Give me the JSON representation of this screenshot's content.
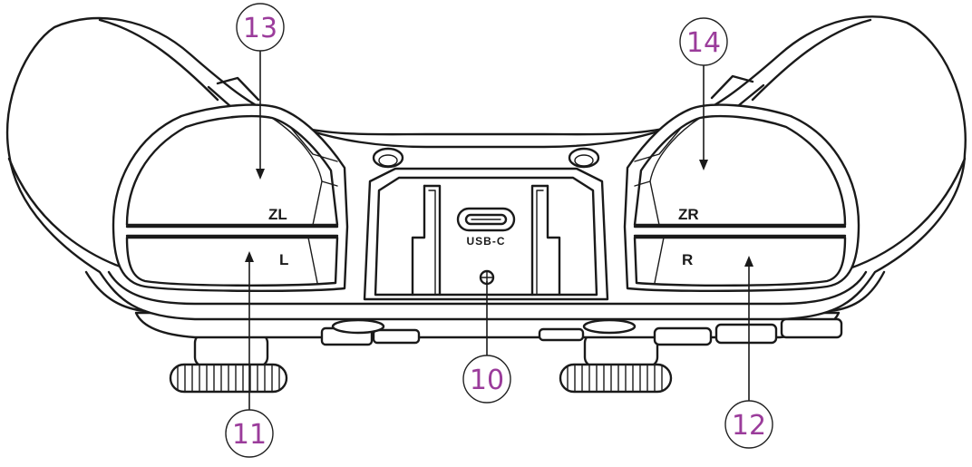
{
  "buttons": {
    "zl": "ZL",
    "l": "L",
    "zr": "ZR",
    "r": "R"
  },
  "port": {
    "label": "USB-C"
  },
  "callouts": [
    {
      "id": "13",
      "refers_to": "ZL"
    },
    {
      "id": "14",
      "refers_to": "ZR"
    },
    {
      "id": "10",
      "refers_to": "USB-C"
    },
    {
      "id": "11",
      "refers_to": "L"
    },
    {
      "id": "12",
      "refers_to": "R"
    }
  ],
  "colors": {
    "outline": "#1a1a1a",
    "callout_number": "#9b3c9b",
    "background": "#ffffff"
  }
}
